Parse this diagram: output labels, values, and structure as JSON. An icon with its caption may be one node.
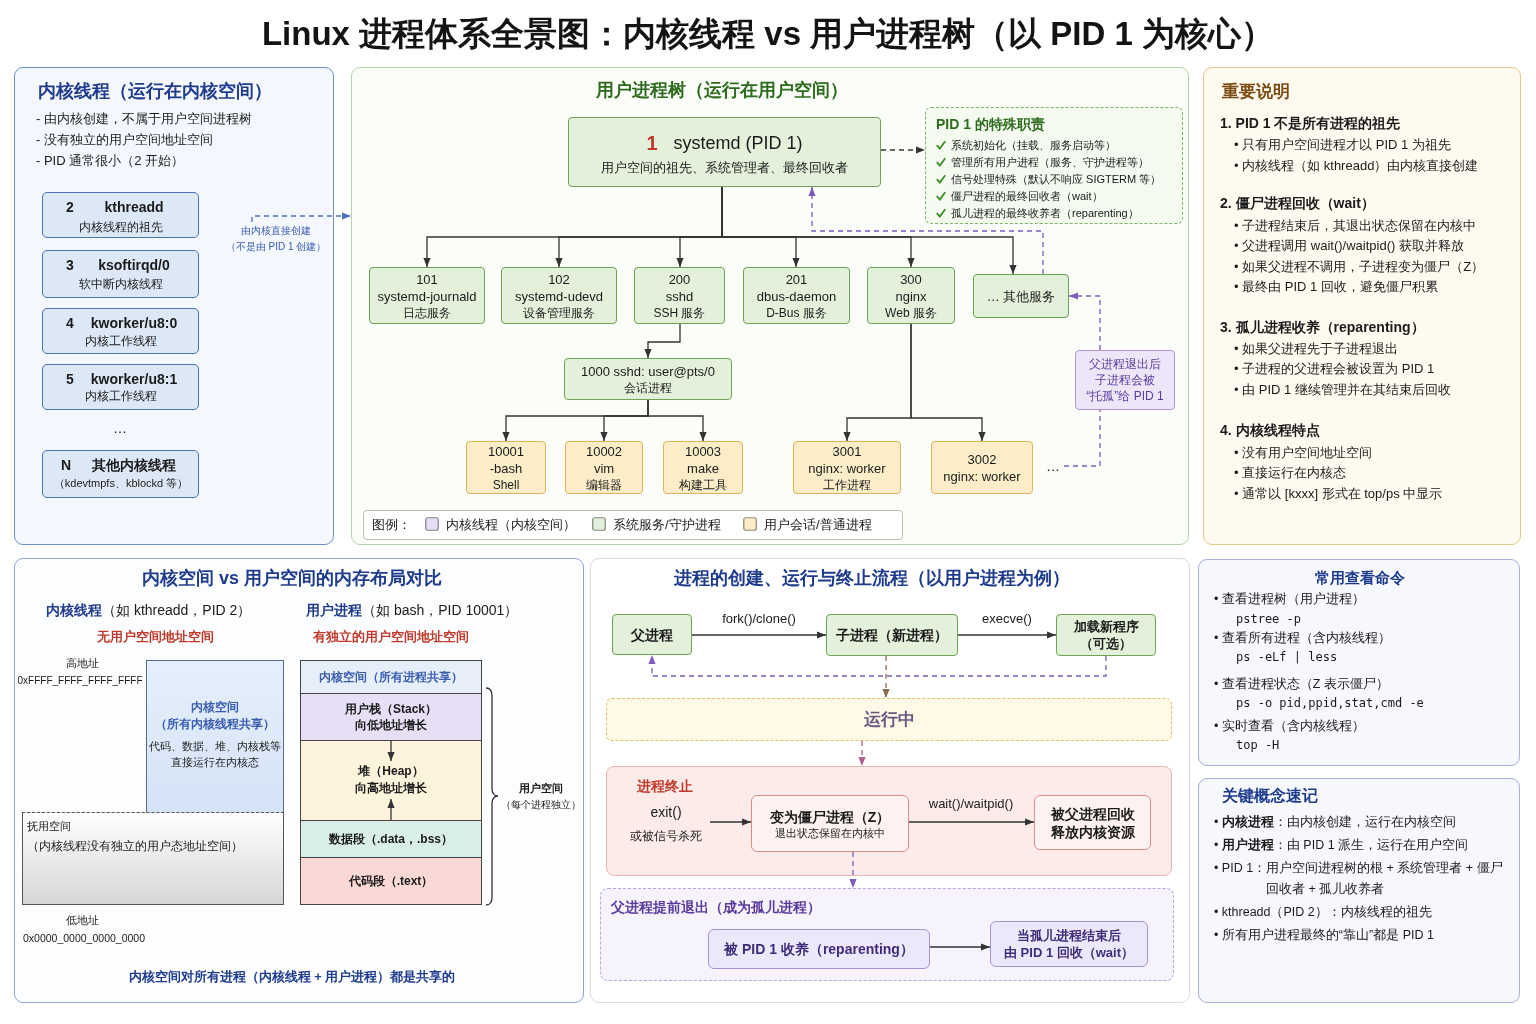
{
  "diagram": {
    "title": "Linux 进程体系全景图：内核线程 vs 用户进程树（以 PID 1 为核心）",
    "nodes": [
      {
        "text": [
          "内核线程（运行在内核空间）",
          "- 由内核创建，不属于用户空间进程树",
          "- 没有独立的用户空间地址空间",
          "- PID 通常很小（2 开始）"
        ]
      },
      {
        "text": [
          "2",
          "kthreadd",
          "内核线程的祖先"
        ],
        "in": 0
      },
      {
        "text": [
          "3",
          "ksoftirqd/0",
          "软中断内核线程"
        ],
        "in": 0
      },
      {
        "text": [
          "4",
          "kworker/u8:0",
          "内核工作线程"
        ],
        "in": 0
      },
      {
        "text": [
          "5",
          "kworker/u8:1",
          "内核工作线程"
        ],
        "in": 0
      },
      {
        "text": [
          "N",
          "其他内核线程",
          "（kdevtmpfs、kblockd 等）"
        ],
        "in": 0
      },
      {
        "text": [
          "由内核直接创建",
          "（不是由 PID 1 创建）"
        ],
        "in": 0
      },
      {
        "text": [
          "用户进程树（运行在用户空间）"
        ]
      },
      {
        "text": [
          "1",
          "systemd (PID 1)",
          "用户空间的祖先、系统管理者、最终回收者"
        ],
        "in": 7
      },
      {
        "text": [
          "PID 1 的特殊职责",
          "系统初始化（挂载、服务启动等）",
          "管理所有用户进程（服务、守护进程等）",
          "信号处理特殊（默认不响应 SIGTERM 等）",
          "僵尸进程的最终回收者（wait）",
          "孤儿进程的最终收养者（reparenting）"
        ],
        "in": 7
      },
      {
        "text": [
          "101",
          "systemd-journald",
          "日志服务"
        ],
        "in": 7
      },
      {
        "text": [
          "102",
          "systemd-udevd",
          "设备管理服务"
        ],
        "in": 7
      },
      {
        "text": [
          "200",
          "sshd",
          "SSH 服务"
        ],
        "in": 7
      },
      {
        "text": [
          "201",
          "dbus-daemon",
          "D-Bus 服务"
        ],
        "in": 7
      },
      {
        "text": [
          "300",
          "nginx",
          "Web 服务"
        ],
        "in": 7
      },
      {
        "text": [
          "… 其他服务"
        ],
        "in": 7
      },
      {
        "text": [
          "父进程退出后",
          "子进程会被",
          "“托孤”给 PID 1"
        ],
        "in": 7
      },
      {
        "text": [
          "1000 sshd: user@pts/0",
          "会话进程"
        ],
        "in": 7
      },
      {
        "text": [
          "10001",
          "-bash",
          "Shell"
        ],
        "in": 7
      },
      {
        "text": [
          "10002",
          "vim",
          "编辑器"
        ],
        "in": 7
      },
      {
        "text": [
          "10003",
          "make",
          "构建工具"
        ],
        "in": 7
      },
      {
        "text": [
          "3001",
          "nginx: worker",
          "工作进程"
        ],
        "in": 7
      },
      {
        "text": [
          "3002",
          "nginx: worker"
        ],
        "in": 7
      },
      {
        "text": [
          "…"
        ],
        "in": 7
      },
      {
        "text": [
          "重要说明",
          "1. PID 1 不是所有进程的祖先",
          "• 只有用户空间进程才以 PID 1 为祖先",
          "• 内核线程（如 kthreadd）由内核直接创建",
          "2. 僵尸进程回收（wait）",
          "• 子进程结束后，其退出状态保留在内核中",
          "• 父进程调用 wait()/waitpid() 获取并释放",
          "• 如果父进程不调用，子进程变为僵尸（Z）",
          "• 最终由 PID 1 回收，避免僵尸积累",
          "3. 孤儿进程收养（reparenting）",
          "• 如果父进程先于子进程退出",
          "• 子进程的父进程会被设置为 PID 1",
          "• 由 PID 1 继续管理并在其结束后回收",
          "4. 内核线程特点",
          "• 没有用户空间地址空间",
          "• 直接运行在内核态",
          "• 通常以 [kxxx] 形式在 top/ps 中显示"
        ]
      },
      {
        "text": [
          "内核空间 vs 用户空间的内存布局对比",
          "**内核线程**（如 kthreadd，PID 2）",
          "无用户空间地址空间",
          "**用户进程**（如 bash，PID 10001）",
          "有独立的用户空间地址空间",
          "高地址",
          "0xFFFF_FFFF_FFFF_FFFF",
          "低地址",
          "0x0000_0000_0000_0000",
          "用户空间",
          "（每个进程独立）",
          "内核空间对所有进程（内核线程 + 用户进程）都是共享的"
        ]
      },
      {
        "text": [
          "内核空间",
          "（所有内核线程共享）",
          "代码、数据、堆、内核栈等",
          "直接运行在内核态"
        ],
        "in": 25
      },
      {
        "text": [
          "抚用空间",
          "（内核线程没有独立的用户态地址空间）"
        ],
        "in": 25
      },
      {
        "text": [
          "内核空间（所有进程共享）"
        ],
        "in": 25
      },
      {
        "text": [
          "用户栈（Stack）",
          "向低地址增长"
        ],
        "in": 25
      },
      {
        "text": [
          "堆（Heap）",
          "向高地址增长"
        ],
        "in": 25
      },
      {
        "text": [
          "数据段（.data，.bss）"
        ],
        "in": 25
      },
      {
        "text": [
          "代码段（.text）"
        ],
        "in": 25
      },
      {
        "text": [
          "进程的创建、运行与终止流程（以用户进程为例）"
        ]
      },
      {
        "text": [
          "父进程"
        ],
        "in": 33
      },
      {
        "text": [
          "子进程（新进程）"
        ],
        "in": 33
      },
      {
        "text": [
          "加载新程序",
          "（可选）"
        ],
        "in": 33
      },
      {
        "text": [
          "运行中"
        ],
        "in": 33
      },
      {
        "text": [
          "进程终止"
        ],
        "in": 33
      },
      {
        "text": [
          "exit()",
          "或被信号杀死"
        ],
        "in": 38
      },
      {
        "text": [
          "变为僵尸进程（Z）",
          "退出状态保留在内核中"
        ],
        "in": 38
      },
      {
        "text": [
          "被父进程回收",
          "释放内核资源"
        ],
        "in": 38
      },
      {
        "text": [
          "父进程提前退出（成为孤儿进程）"
        ],
        "in": 33
      },
      {
        "text": [
          "被 PID 1 收养（reparenting）"
        ],
        "in": 42
      },
      {
        "text": [
          "当孤儿进程结束后",
          "由 PID 1 回收（wait）"
        ],
        "in": 42
      },
      {
        "text": [
          "常用查看命令",
          "• 查看进程树（用户进程）",
          "pstree -p",
          "• 查看所有进程（含内核线程）",
          "ps -eLf | less",
          "• 查看进程状态（Z 表示僵尸）",
          "ps -o pid,ppid,stat,cmd -e",
          "• 实时查看（含内核线程）",
          "top -H"
        ]
      },
      {
        "text": [
          "关键概念速记",
          "• **内核进程**：由内核创建，运行在内核空间",
          "• **用户进程**：由 PID 1 派生，运行在用户空间",
          "• PID 1：用户空间进程树的根 + 系统管理者 + 僵尸回收者 + 孤儿收养者",
          "• kthreadd（PID 2）：内核线程的祖先",
          "• 所有用户进程最终的“靠山”都是 PID 1"
        ]
      }
    ],
    "edges": [
      {
        "from": 6,
        "to": 7,
        "arrow": "to",
        "style": "dashed",
        "color": "#4a6fc0"
      },
      {
        "from": 8,
        "to": 9,
        "arrow": "to",
        "style": "dashed"
      },
      {
        "from": 8,
        "to": 10,
        "arrow": "to"
      },
      {
        "from": 8,
        "to": 11,
        "arrow": "to"
      },
      {
        "from": 8,
        "to": 12,
        "arrow": "to"
      },
      {
        "from": 8,
        "to": 13,
        "arrow": "to"
      },
      {
        "from": 8,
        "to": 14,
        "arrow": "to"
      },
      {
        "from": 8,
        "to": 15,
        "arrow": "to"
      },
      {
        "from": 15,
        "to": 8,
        "arrow": "to",
        "style": "dashed",
        "color": "#7e5bbf"
      },
      {
        "from": 12,
        "to": 17,
        "arrow": "to"
      },
      {
        "from": 17,
        "to": 18,
        "arrow": "to"
      },
      {
        "from": 17,
        "to": 19,
        "arrow": "to"
      },
      {
        "from": 17,
        "to": 20,
        "arrow": "to"
      },
      {
        "from": 14,
        "to": 21,
        "arrow": "to"
      },
      {
        "from": 14,
        "to": 22,
        "arrow": "to"
      },
      {
        "from": 23,
        "to": 16,
        "arrow": "none",
        "style": "dashed",
        "color": "#7e5bbf"
      },
      {
        "from": 16,
        "to": 15,
        "arrow": "to",
        "style": "dashed",
        "color": "#7e5bbf"
      },
      {
        "from": 34,
        "to": 35,
        "arrow": "to",
        "label": "fork()/clone()"
      },
      {
        "from": 35,
        "to": 36,
        "arrow": "to",
        "label": "execve()"
      },
      {
        "from": 36,
        "to": 34,
        "arrow": "to",
        "style": "dashed",
        "color": "#7e5bbf"
      },
      {
        "from": 35,
        "to": 37,
        "arrow": "to",
        "style": "dashed",
        "color": "#8a6d4b"
      },
      {
        "from": 37,
        "to": 38,
        "arrow": "to",
        "style": "dashed",
        "color": "#b0608a"
      },
      {
        "from": 39,
        "to": 40,
        "arrow": "to"
      },
      {
        "from": 40,
        "to": 41,
        "arrow": "to",
        "label": "wait()/waitpid()"
      },
      {
        "from": 40,
        "to": 42,
        "arrow": "to",
        "style": "dashed",
        "color": "#7e5bbf"
      },
      {
        "from": 43,
        "to": 44,
        "arrow": "to"
      },
      {
        "from": 29,
        "to": null,
        "arrow": "to"
      },
      {
        "from": 31,
        "to": null,
        "arrow": "to"
      }
    ],
    "labels": [
      "…",
      "图例："
    ],
    "legend": [
      {
        "text": "内核线程（内核空间）",
        "color": "#e6def5"
      },
      {
        "text": "系统服务/守护进程",
        "color": "#e3f0da"
      },
      {
        "text": "用户会话/普通进程",
        "color": "#fcedc9"
      }
    ]
  }
}
